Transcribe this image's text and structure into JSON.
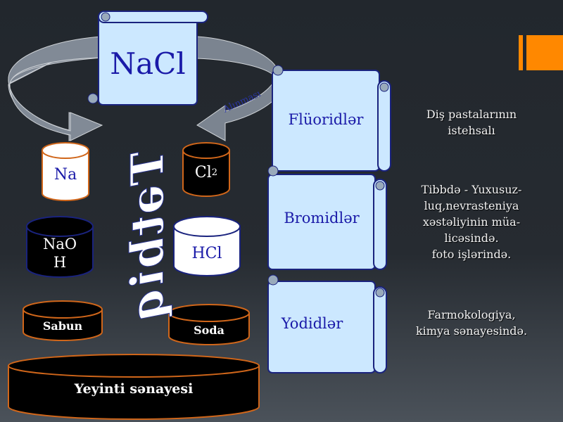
{
  "center": {
    "title": "NaCl",
    "vertical_label": "Tətbiq",
    "arrow_label": "Alınması"
  },
  "cylinders": {
    "na": "Na",
    "cl2": "Cl",
    "cl2_sub": "2",
    "naoh": "NaO\nH",
    "naoh_l1": "NaO",
    "naoh_l2": "H",
    "hcl": "HCl",
    "sabun": "Sabun",
    "soda": "Soda",
    "food": "Yeyinti sənayesi"
  },
  "scrolls": [
    {
      "label": "Flüoridlər",
      "note_lines": [
        "Diş pastalarının",
        "istehsalı"
      ]
    },
    {
      "label": "Bromidlər",
      "note_lines": [
        "Tibbdə - Yuxusuz-",
        "luq,nevrasteniya",
        "xəstəliyinin müa-",
        "licəsində.",
        "foto işlərində."
      ]
    },
    {
      "label": "Yodidlər",
      "note_lines": [
        "Farmokologiya,",
        "kimya sənayesində."
      ]
    }
  ],
  "colors": {
    "accent": "#ff8800",
    "scroll_fill": "#cce8ff",
    "scroll_text": "#1a1aa8",
    "cyl_outline": "#d0661a"
  }
}
